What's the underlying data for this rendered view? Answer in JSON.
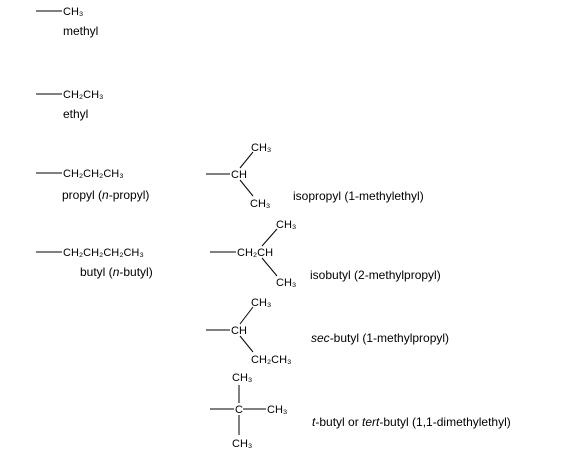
{
  "groups": [
    {
      "formula": "CH₃",
      "name": "methyl"
    },
    {
      "formula": "CH₂CH₃",
      "name": "ethyl"
    },
    {
      "formula": "CH₂CH₂CH₃",
      "name_pre": "propyl (",
      "name_it": "n",
      "name_post": "-propyl)"
    },
    {
      "formula": "CH₂CH₂CH₂CH₃",
      "name_pre": "butyl (",
      "name_it": "n",
      "name_post": "-butyl)"
    }
  ],
  "branched": [
    {
      "name": "isopropyl (1-methylethyl)",
      "atoms": [
        "CH",
        "CH₃",
        "CH₃"
      ]
    },
    {
      "name": "isobutyl (2-methylpropyl)",
      "atoms": [
        "CH₂CH",
        "CH₃",
        "CH₃"
      ]
    },
    {
      "name_it": "sec",
      "name_post": "-butyl (1-methylpropyl)",
      "atoms": [
        "CH",
        "CH₃",
        "CH₂CH₃"
      ]
    },
    {
      "name_it": "t",
      "name_mid": "-butyl or ",
      "name_it2": "tert",
      "name_post": "-butyl (1,1-dimethylethyl)",
      "atoms": [
        "C",
        "CH₃",
        "CH₃",
        "CH₃"
      ]
    }
  ]
}
